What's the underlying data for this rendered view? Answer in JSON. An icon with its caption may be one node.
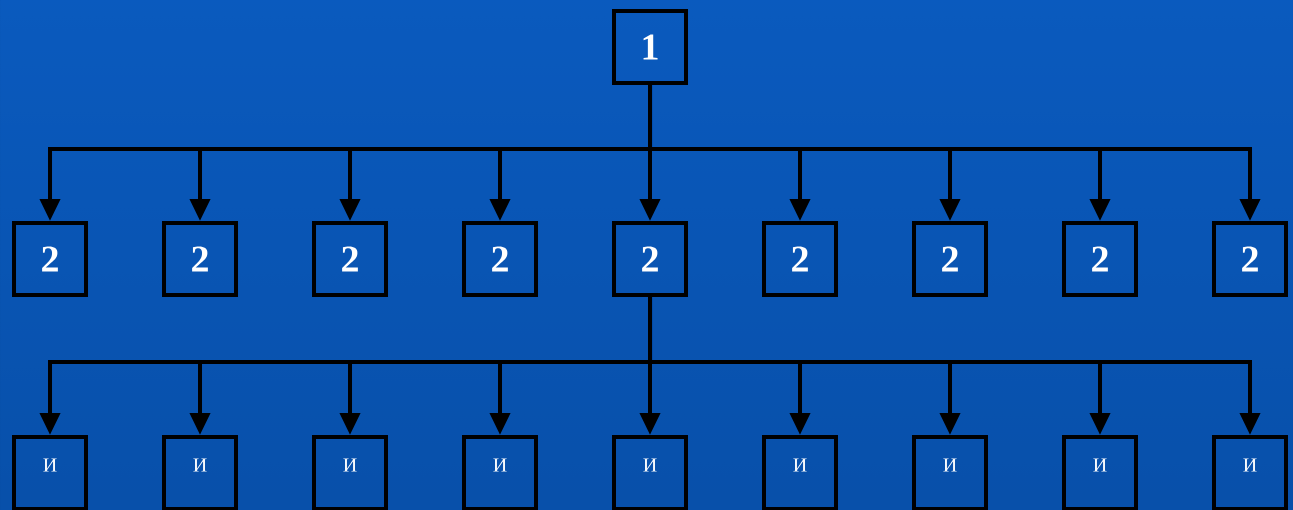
{
  "diagram": {
    "nodes": [
      {
        "text": [
          "1"
        ]
      },
      {
        "text": [
          "2"
        ]
      },
      {
        "text": [
          "2"
        ]
      },
      {
        "text": [
          "2"
        ]
      },
      {
        "text": [
          "2"
        ]
      },
      {
        "text": [
          "2"
        ]
      },
      {
        "text": [
          "2"
        ]
      },
      {
        "text": [
          "2"
        ]
      },
      {
        "text": [
          "2"
        ]
      },
      {
        "text": [
          "2"
        ]
      },
      {
        "text": [
          "И"
        ]
      },
      {
        "text": [
          "И"
        ]
      },
      {
        "text": [
          "И"
        ]
      },
      {
        "text": [
          "И"
        ]
      },
      {
        "text": [
          "И"
        ]
      },
      {
        "text": [
          "И"
        ]
      },
      {
        "text": [
          "И"
        ]
      },
      {
        "text": [
          "И"
        ]
      },
      {
        "text": [
          "И"
        ]
      }
    ],
    "edges": [
      {
        "from": 0,
        "to": 1,
        "arrow": "to"
      },
      {
        "from": 0,
        "to": 2,
        "arrow": "to"
      },
      {
        "from": 0,
        "to": 3,
        "arrow": "to"
      },
      {
        "from": 0,
        "to": 4,
        "arrow": "to"
      },
      {
        "from": 0,
        "to": 5,
        "arrow": "to"
      },
      {
        "from": 0,
        "to": 6,
        "arrow": "to"
      },
      {
        "from": 0,
        "to": 7,
        "arrow": "to"
      },
      {
        "from": 0,
        "to": 8,
        "arrow": "to"
      },
      {
        "from": 0,
        "to": 9,
        "arrow": "to"
      },
      {
        "from": 5,
        "to": 10,
        "arrow": "to"
      },
      {
        "from": 5,
        "to": 11,
        "arrow": "to"
      },
      {
        "from": 5,
        "to": 12,
        "arrow": "to"
      },
      {
        "from": 5,
        "to": 13,
        "arrow": "to"
      },
      {
        "from": 5,
        "to": 14,
        "arrow": "to"
      },
      {
        "from": 5,
        "to": 15,
        "arrow": "to"
      },
      {
        "from": 5,
        "to": 16,
        "arrow": "to"
      },
      {
        "from": 5,
        "to": 17,
        "arrow": "to"
      },
      {
        "from": 5,
        "to": 18,
        "arrow": "to"
      }
    ]
  }
}
